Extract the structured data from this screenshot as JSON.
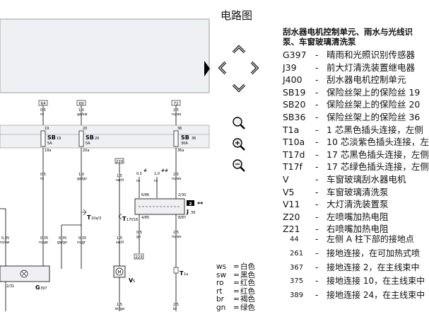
{
  "page_title": "电路图",
  "legend_title_line1": "刮水器电机控制单元、雨水与光线识",
  "legend_title_line2": "泵、车窗玻璃清洗泵",
  "legend": [
    {
      "code": "G397",
      "desc": "晴雨和光照识别传感器"
    },
    {
      "code": "J39",
      "desc": "前大灯清洗装置继电器"
    },
    {
      "code": "J400",
      "desc": "刮水器电机控制单元"
    },
    {
      "code": "SB19",
      "desc": "保险丝架上的保险丝 19"
    },
    {
      "code": "SB20",
      "desc": "保险丝架上的保险丝 20"
    },
    {
      "code": "SB36",
      "desc": "保险丝架上的保险丝 36"
    },
    {
      "code": "T1a",
      "desc": "1 芯黑色插头连接，左侧"
    },
    {
      "code": "T10a",
      "desc": "10 芯淡紫色插头连接，左"
    },
    {
      "code": "T17d",
      "desc": "17 芯黑色插头连接，左侧"
    },
    {
      "code": "T17f",
      "desc": "17 芯绿色插头连接，左侧"
    },
    {
      "code": "V",
      "desc": "车窗玻璃刮水器电机"
    },
    {
      "code": "V5",
      "desc": "车窗玻璃清洗泵"
    },
    {
      "code": "V11",
      "desc": "大灯清洗装置泵"
    },
    {
      "code": "Z20",
      "desc": "左喷嘴加热电阻"
    },
    {
      "code": "Z21",
      "desc": "右喷嘴加热电阻"
    }
  ],
  "legend_points": [
    {
      "code": "44",
      "desc": "左侧 A 柱下部的接地点"
    },
    {
      "code": "261",
      "desc": "接地连接，在可加热式喷"
    },
    {
      "code": "367",
      "desc": "接地连接 2，在主线束中"
    },
    {
      "code": "375",
      "desc": "接地连接 10，在主线束中"
    },
    {
      "code": "389",
      "desc": "接地连接 24，在主线束中"
    }
  ],
  "wire_colors": [
    {
      "code": "ws",
      "name": "白色"
    },
    {
      "code": "sw",
      "name": "黑色"
    },
    {
      "code": "ro",
      "name": "红色"
    },
    {
      "code": "rt",
      "name": "红色"
    },
    {
      "code": "br",
      "name": "褐色"
    },
    {
      "code": "gn",
      "name": "绿色"
    }
  ],
  "diagram": {
    "fuse_boxes": [
      {
        "label": "SB",
        "num": "19",
        "amp": "5A",
        "pin": "19a"
      },
      {
        "label": "SB",
        "num": "20",
        "amp": "5A",
        "pin": "20a"
      },
      {
        "label": "SB",
        "num": "36",
        "amp": "30A",
        "pin": "36a"
      }
    ],
    "top_refs": [
      "64",
      "69",
      "72"
    ],
    "top_ref_220": "220",
    "top_ref_223": "223",
    "top_wires": [
      {
        "gauge": "0,5",
        "color": "ro"
      },
      {
        "gauge": "1,0",
        "color": "ge/sw"
      },
      {
        "gauge": "2,5",
        "color": "ro/ws"
      }
    ],
    "fuse_pins": [
      "19",
      "20",
      "36"
    ],
    "mid_wires": [
      {
        "gauge": "0,5",
        "color": "ro"
      },
      {
        "gauge": "1,0",
        "color": "ge/gn"
      },
      {
        "gauge": "1,5",
        "color": "sw/li"
      },
      {
        "gauge": "2,5",
        "color": "ro/ws"
      }
    ],
    "relay_gauges": [
      {
        "gauge": "0,5",
        "mark": "#",
        "color": "ro"
      },
      {
        "gauge": "1,0",
        "mark": "##",
        "color": "ro"
      }
    ],
    "relay_label": "J",
    "relay_num": "39",
    "relay_tag": "2",
    "relay_stars": "**",
    "relay_pins": [
      "6/86",
      "2/30",
      "4/85",
      "8/87"
    ],
    "connector_labels": [
      {
        "t": "T",
        "s": "10a/3"
      },
      {
        "t": "T",
        "s": "17f/16"
      },
      {
        "t": "T",
        "s": "1a"
      }
    ],
    "low_wires": [
      {
        "gauge": "0,35",
        "color": "ro/sw"
      },
      {
        "gauge": "0,35",
        "color": "ro/ge"
      },
      {
        "gauge": "0,35",
        "color": "ge/gn"
      },
      {
        "gauge": "0,35",
        "color": "ro/gr"
      },
      {
        "gauge": "1,5",
        "color": "sw/li"
      },
      {
        "gauge": "0,5",
        "color": "gn"
      },
      {
        "gauge": "2,5",
        "color": "ro/ws"
      }
    ],
    "bottom_wires": [
      {
        "gauge": "1,5",
        "color": "br/ge"
      },
      {
        "gauge": "2,5",
        "color": "br"
      }
    ],
    "component_g": "G",
    "component_g_num": "397",
    "component_v": "V",
    "component_v_num": "5",
    "component_motor": "M",
    "pin_2_31": "2/31"
  }
}
